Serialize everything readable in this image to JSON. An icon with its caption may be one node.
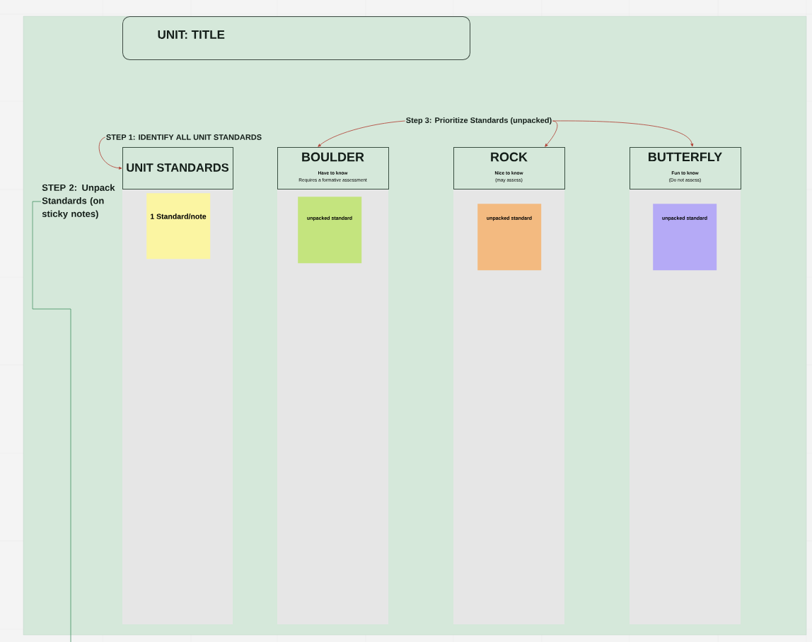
{
  "diagram": {
    "nodes": [
      {
        "text": [
          "UNIT: TITLE"
        ]
      },
      {
        "text": [
          "STEP 1: IDENTIFY ALL UNIT STANDARDS"
        ]
      },
      {
        "text": [
          "Step 3: Prioritize Standards (unpacked)"
        ]
      },
      {
        "text": [
          "STEP 2: Unpack Standards (on sticky notes)"
        ]
      },
      {
        "text": [
          "UNIT STANDARDS"
        ]
      },
      {
        "text": [
          "1 Standard/note"
        ]
      },
      {
        "text": [
          "BOULDER",
          "Have to know",
          "Requires a formative assessment"
        ]
      },
      {
        "text": [
          "unpacked standard"
        ]
      },
      {
        "text": [
          "ROCK",
          "Nice to know",
          "(may assess)"
        ]
      },
      {
        "text": [
          "unpacked standard"
        ]
      },
      {
        "text": [
          "BUTTERFLY",
          "Fun to know",
          "(Do not assess)"
        ]
      },
      {
        "text": [
          "unpacked standard"
        ]
      }
    ],
    "edges": [
      {
        "from": 1,
        "to": 4,
        "arrow": "to"
      },
      {
        "from": 2,
        "to": 6,
        "arrow": "to"
      },
      {
        "from": 2,
        "to": 8,
        "arrow": "to"
      },
      {
        "from": 2,
        "to": 10,
        "arrow": "to"
      },
      {
        "from": 3,
        "to": null,
        "arrow": "none",
        "color": "#3f8f5f"
      }
    ]
  }
}
